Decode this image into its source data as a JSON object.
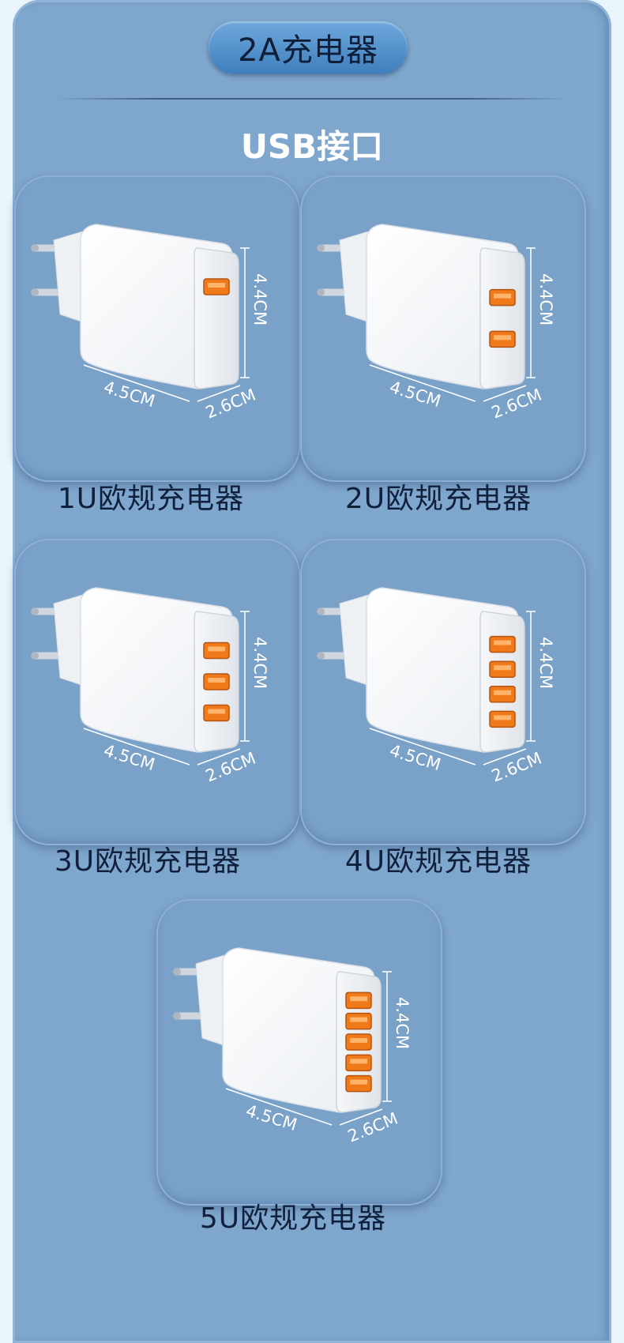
{
  "header": {
    "badge_title": "2A充电器",
    "subtitle": "USB接口"
  },
  "products": [
    {
      "label": "1U欧规充电器",
      "ports": 1,
      "dims": {
        "height": "4.4CM",
        "width": "4.5CM",
        "depth": "2.6CM"
      }
    },
    {
      "label": "2U欧规充电器",
      "ports": 2,
      "dims": {
        "height": "4.4CM",
        "width": "4.5CM",
        "depth": "2.6CM"
      }
    },
    {
      "label": "3U欧规充电器",
      "ports": 3,
      "dims": {
        "height": "4.4CM",
        "width": "4.5CM",
        "depth": "2.6CM"
      }
    },
    {
      "label": "4U欧规充电器",
      "ports": 4,
      "dims": {
        "height": "4.4CM",
        "width": "4.5CM",
        "depth": "2.6CM"
      }
    },
    {
      "label": "5U欧规充电器",
      "ports": 5,
      "dims": {
        "height": "4.4CM",
        "width": "4.5CM",
        "depth": "2.6CM"
      }
    }
  ],
  "colors": {
    "background": "#7fa6cc",
    "badge": "#4f8ecb",
    "port_orange": "#f07a1a",
    "label_text": "#10203d"
  },
  "icons": [
    "eu-plug-icon",
    "usb-port-icon"
  ]
}
